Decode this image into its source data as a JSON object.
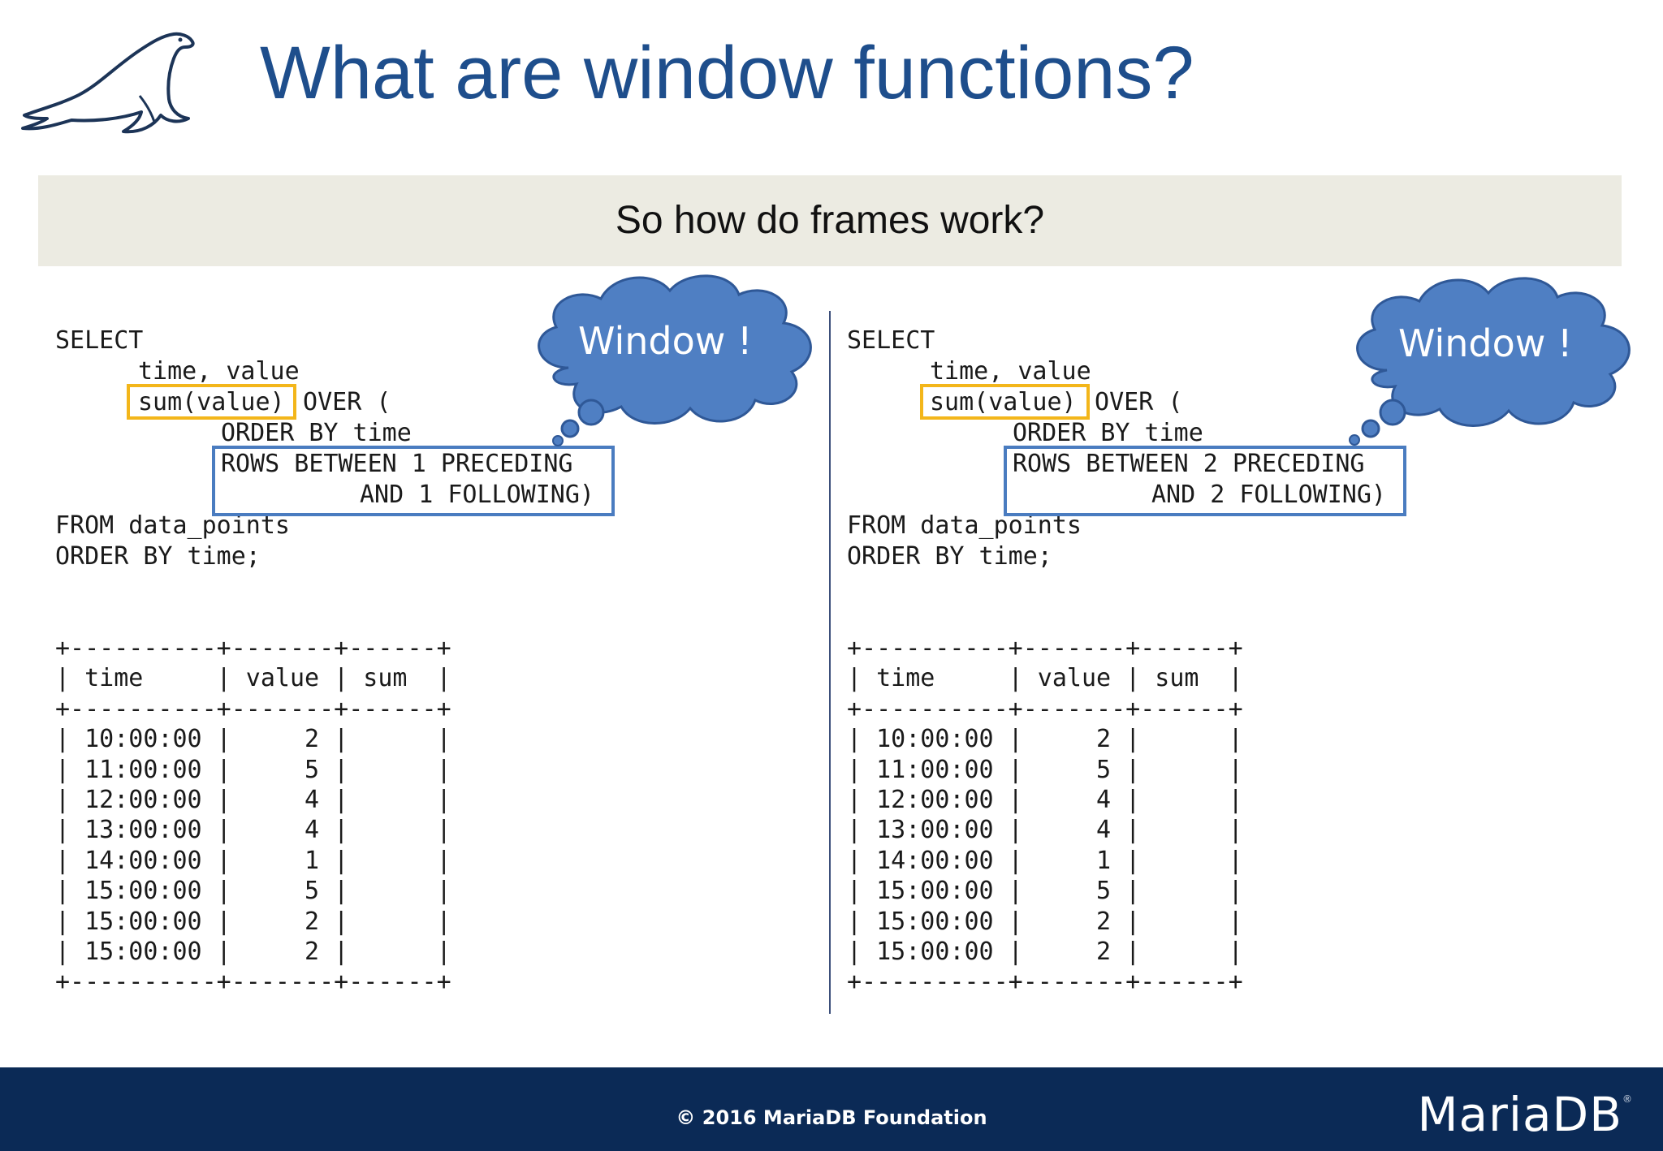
{
  "header": {
    "title": "What are window functions?",
    "logo_icon": "sea-lion-icon"
  },
  "band": {
    "text": "So how do frames work?"
  },
  "left": {
    "code": {
      "select": "SELECT",
      "cols": "time, value",
      "func": "sum(value)",
      "over": " OVER (",
      "order": "ORDER BY time",
      "rows1": "ROWS BETWEEN 1 PRECEDING",
      "rows2": "AND 1 FOLLOWING)",
      "from": "FROM data_points",
      "orderby": "ORDER BY time;"
    },
    "cloud": "Window !",
    "table": {
      "border": "+----------+-------+------+",
      "header": "| time     | value | sum  |",
      "rows": [
        "| 10:00:00 |     2 |      |",
        "| 11:00:00 |     5 |      |",
        "| 12:00:00 |     4 |      |",
        "| 13:00:00 |     4 |      |",
        "| 14:00:00 |     1 |      |",
        "| 15:00:00 |     5 |      |",
        "| 15:00:00 |     2 |      |",
        "| 15:00:00 |     2 |      |"
      ]
    }
  },
  "right": {
    "code": {
      "select": "SELECT",
      "cols": "time, value",
      "func": "sum(value)",
      "over": " OVER (",
      "order": "ORDER BY time",
      "rows1": "ROWS BETWEEN 2 PRECEDING",
      "rows2": "AND 2 FOLLOWING)",
      "from": "FROM data_points",
      "orderby": "ORDER BY time;"
    },
    "cloud": "Window !",
    "table": {
      "border": "+----------+-------+------+",
      "header": "| time     | value | sum  |",
      "rows": [
        "| 10:00:00 |     2 |      |",
        "| 11:00:00 |     5 |      |",
        "| 12:00:00 |     4 |      |",
        "| 13:00:00 |     4 |      |",
        "| 14:00:00 |     1 |      |",
        "| 15:00:00 |     5 |      |",
        "| 15:00:00 |     2 |      |",
        "| 15:00:00 |     2 |      |"
      ]
    }
  },
  "footer": {
    "copyright": "© 2016 MariaDB Foundation",
    "brand": "MariaDB",
    "brand_mark": "®"
  },
  "colors": {
    "title": "#1e4e8c",
    "band": "#ecebe2",
    "highlight_func": "#f3b61a",
    "highlight_frame": "#4a7cc0",
    "cloud": "#4f7fc3",
    "footer": "#0b2a56"
  }
}
